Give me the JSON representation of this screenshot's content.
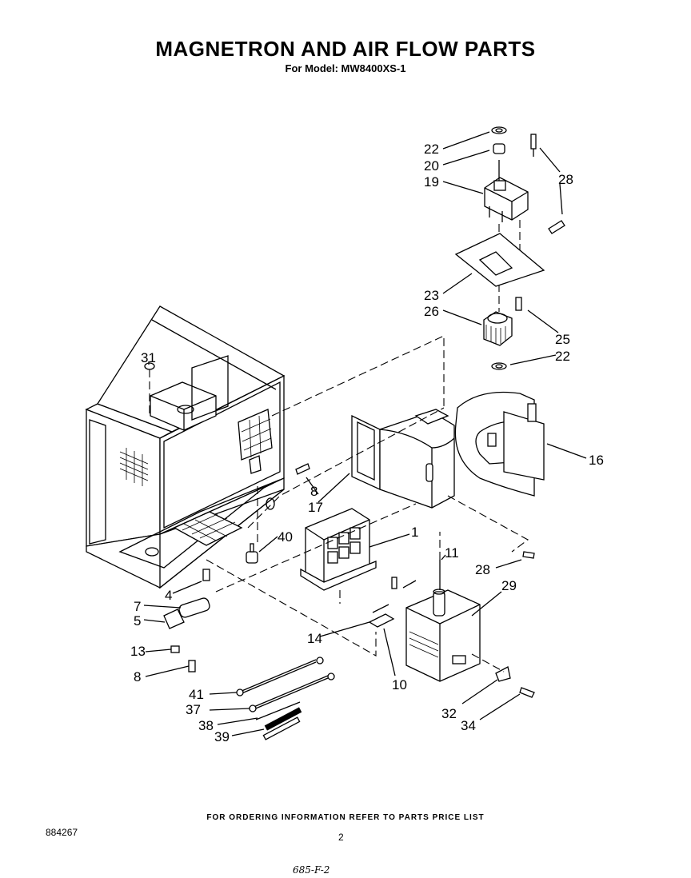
{
  "title": "MAGNETRON AND AIR FLOW PARTS",
  "subtitle": "For Model: MW8400XS-1",
  "footer_note": "FOR ORDERING INFORMATION REFER TO PARTS PRICE LIST",
  "doc_number": "884267",
  "page_number": "2",
  "handwritten_note": "685-F-2",
  "parts": {
    "p22a": "22",
    "p20": "20",
    "p19": "19",
    "p28a": "28",
    "p23": "23",
    "p26": "26",
    "p25": "25",
    "p22b": "22",
    "p16": "16",
    "p31": "31",
    "p8a": "8",
    "p17": "17",
    "p1": "1",
    "p40": "40",
    "p11": "11",
    "p29": "29",
    "p28b": "28",
    "p4": "4",
    "p7": "7",
    "p5": "5",
    "p14": "14",
    "p13": "13",
    "p8b": "8",
    "p10": "10",
    "p41": "41",
    "p37": "37",
    "p38": "38",
    "p39": "39",
    "p32": "32",
    "p34": "34"
  }
}
